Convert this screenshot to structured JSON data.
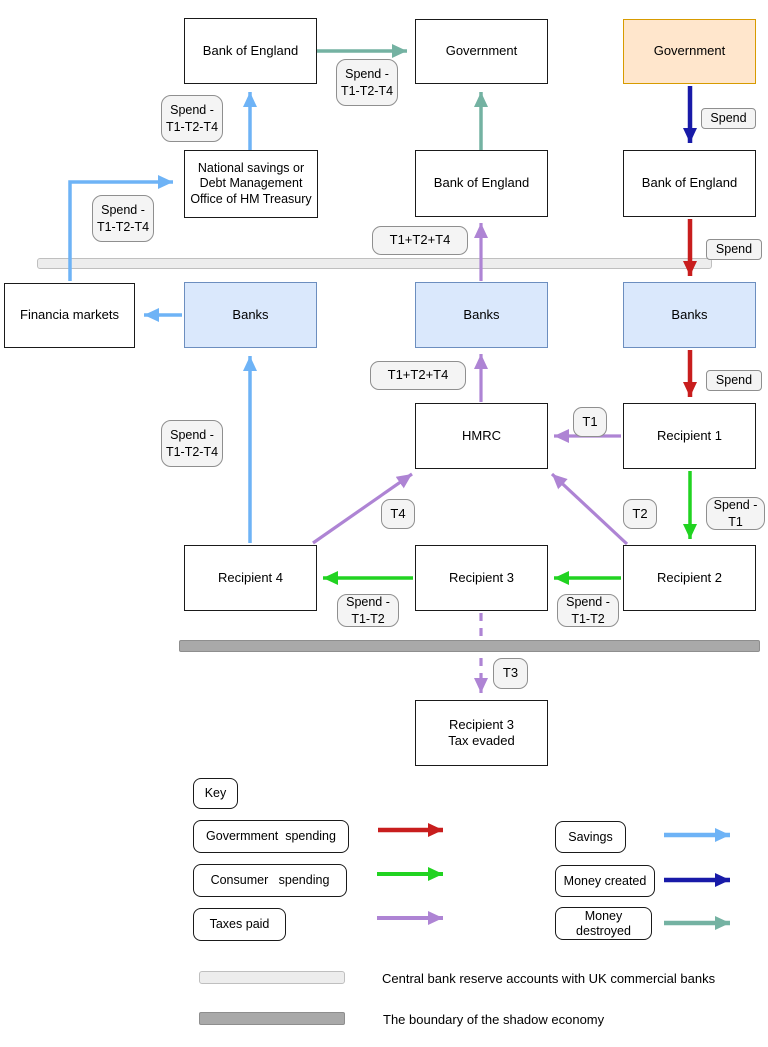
{
  "colors": {
    "government_spending": "#C81D1D",
    "consumer_spending": "#21D321",
    "taxes_paid": "#AE84D4",
    "savings": "#6EB3F6",
    "money_created": "#181AA8",
    "money_destroyed": "#74B2A2",
    "box_blue_fill": "#DAE8FC",
    "box_blue_border": "#6C8EBF",
    "box_orange_fill": "#FFE6CC",
    "box_orange_border": "#D79B00",
    "reserve_bar_fill": "#EDEDED",
    "shadow_bar_fill": "#A9A9A9"
  },
  "nodes": {
    "boe_top": "Bank of England",
    "gov_mid": "Government",
    "gov_right": "Government",
    "natsav": "National savings or\nDebt Management\nOffice of HM Treasury",
    "boe_mid": "Bank of England",
    "boe_right": "Bank of England",
    "fin_markets": "Financia markets",
    "banks_left": "Banks",
    "banks_mid": "Banks",
    "banks_right": "Banks",
    "hmrc": "HMRC",
    "recipient1": "Recipient 1",
    "recipient2": "Recipient 2",
    "recipient3": "Recipient 3",
    "recipient4": "Recipient 4",
    "recipient3_evaded": "Recipient 3\nTax evaded"
  },
  "edge_labels": {
    "spend_t124_boe_to_gov": "Spend -\nT1-T2-T4",
    "spend_t124_natsav_to_boe": "Spend -\nT1-T2-T4",
    "spend_t124_finmkt_to_natsav": "Spend -\nT1-T2-T4",
    "spend_t124_rec4_to_banks": "Spend -\nT1-T2-T4",
    "t1t2t4_boe_to_gov": "T1+T2+T4",
    "t1t2t4_hmrc_to_banks": "T1+T2+T4",
    "spend_gov_to_boe": "Spend",
    "spend_boe_to_banks": "Spend",
    "spend_banks_to_rec1": "Spend",
    "t1_rec1_to_hmrc": "T1",
    "t2_rec2_to_hmrc": "T2",
    "t4_rec4_to_hmrc": "T4",
    "t3_rec3_to_evaded": "T3",
    "spend_t1_rec1_to_rec2": "Spend -\nT1",
    "spend_t1t2_rec2_to_rec3": "Spend -\nT1-T2",
    "spend_t1t2_rec3_to_rec4": "Spend -\nT1-T2"
  },
  "legend": {
    "key": "Key",
    "left": [
      {
        "label": "Govermment  spending",
        "color": "#C81D1D"
      },
      {
        "label": "Consumer   spending",
        "color": "#21D321"
      },
      {
        "label": "Taxes paid",
        "color": "#AE84D4"
      }
    ],
    "right": [
      {
        "label": "Savings",
        "color": "#6EB3F6"
      },
      {
        "label": "Money created",
        "color": "#181AA8"
      },
      {
        "label": "Money\ndestroyed",
        "color": "#74B2A2"
      }
    ],
    "bars": [
      {
        "label": "Central bank reserve accounts with UK commercial banks"
      },
      {
        "label": "The boundary of the shadow economy"
      }
    ]
  }
}
